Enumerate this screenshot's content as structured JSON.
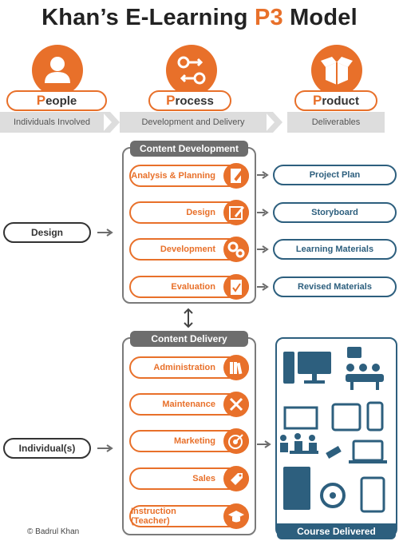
{
  "title": {
    "pre": "Khan’s E-Learning ",
    "highlight": "P3",
    "post": " Model"
  },
  "columns": [
    {
      "first": "P",
      "rest": "eople",
      "band": "Individuals Involved",
      "icon": "person-icon"
    },
    {
      "first": "P",
      "rest": "rocess",
      "band": "Development and Delivery",
      "icon": "process-icon"
    },
    {
      "first": "P",
      "rest": "roduct",
      "band": "Deliverables",
      "icon": "box-icon"
    }
  ],
  "content_development": {
    "header": "Content Development",
    "steps": [
      {
        "label": "Analysis & Planning",
        "icon": "document-pencil-icon"
      },
      {
        "label": "Design",
        "icon": "edit-icon"
      },
      {
        "label": "Development",
        "icon": "gears-icon"
      },
      {
        "label": "Evaluation",
        "icon": "checklist-icon"
      }
    ],
    "deliverables": [
      "Project Plan",
      "Storyboard",
      "Learning Materials",
      "Revised Materials"
    ]
  },
  "content_delivery": {
    "header": "Content Delivery",
    "steps": [
      {
        "label": "Administration",
        "icon": "books-icon"
      },
      {
        "label": "Maintenance",
        "icon": "tools-icon"
      },
      {
        "label": "Marketing",
        "icon": "target-icon"
      },
      {
        "label": "Sales",
        "icon": "tag-icon"
      },
      {
        "label": "Instruction (Teacher)",
        "icon": "graduation-cap-icon"
      }
    ],
    "course_footer": "Course Delivered"
  },
  "people": {
    "design": "Design",
    "individuals": "Individual(s)"
  },
  "copyright": "© Badrul Khan",
  "colors": {
    "accent": "#e8702a",
    "navy": "#2d5f7e",
    "dark": "#222222",
    "grey": "#6d6d6d"
  }
}
